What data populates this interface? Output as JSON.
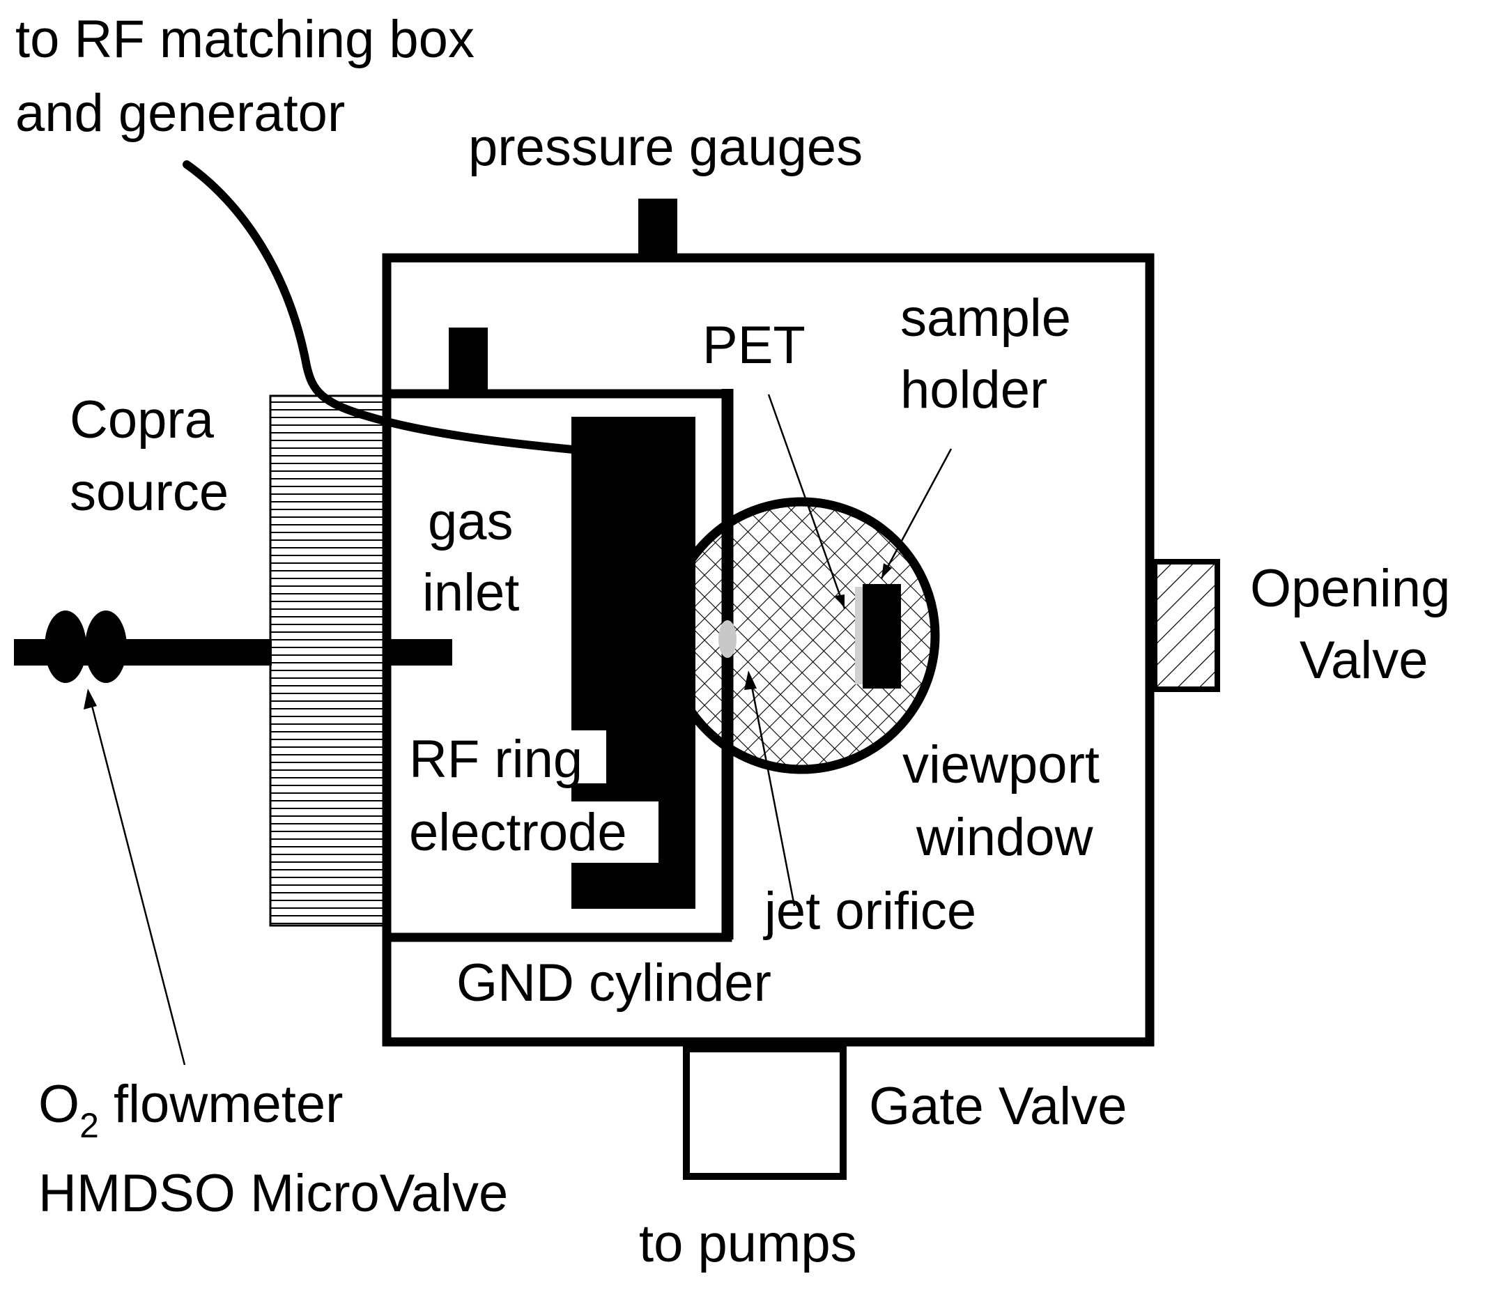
{
  "labels": {
    "rf_line1": "to RF matching box",
    "rf_line2": "and generator",
    "pressure": "pressure gauges",
    "copra1": "Copra",
    "copra2": "source",
    "gas1": "gas",
    "gas2": "inlet",
    "pet": "PET",
    "sample1": "sample",
    "sample2": "holder",
    "opening1": "Opening",
    "opening2": "Valve",
    "rf_ring1": "RF ring",
    "rf_ring2": "electrode",
    "viewport1": "viewport",
    "viewport2": "window",
    "jet": "jet orifice",
    "gnd": "GND cylinder",
    "o2_prefix": "O",
    "o2_sub": "2",
    "o2_rest": " flowmeter",
    "hmdso": "HMDSO MicroValve",
    "gate": "Gate Valve",
    "pumps": "to pumps"
  },
  "colors": {
    "line": "#000000",
    "background": "#ffffff",
    "orifice": "#c8c8c8"
  }
}
